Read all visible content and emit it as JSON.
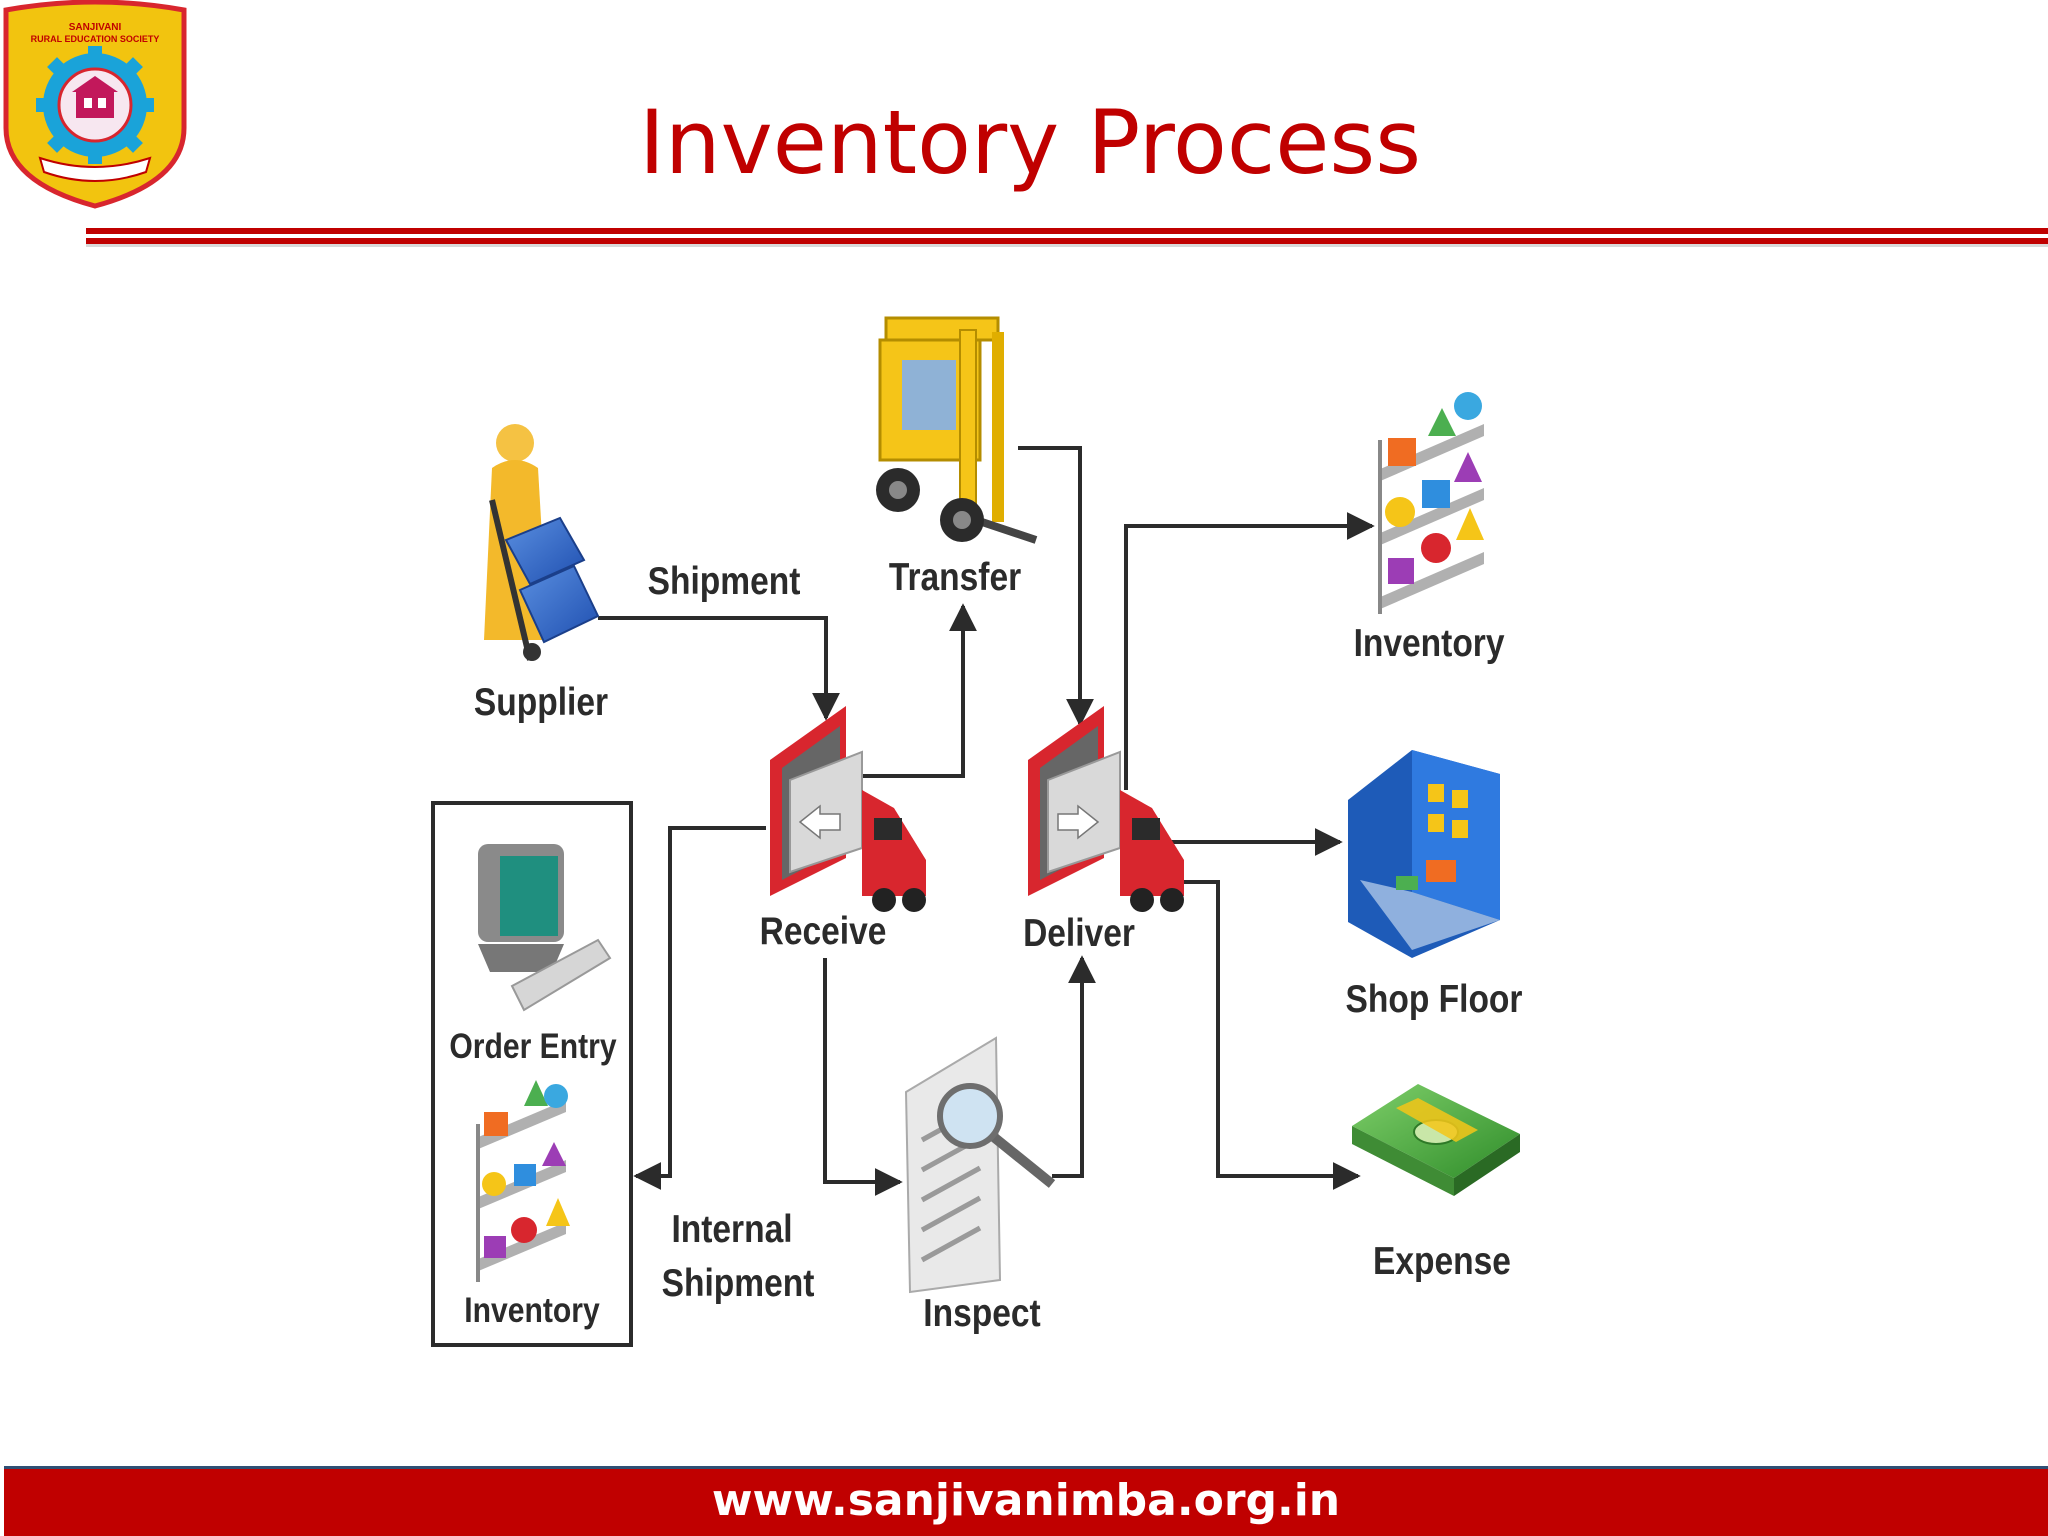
{
  "slide": {
    "title": "Inventory Process",
    "footer_url": "www.sanjivanimba.org.in",
    "logo_text": "SANJIVANI RURAL EDUCATION SOCIETY"
  },
  "colors": {
    "title_red": "#c00000",
    "footer_red": "#c00000",
    "footer_border": "#2f4f74",
    "logo_gold": "#f2c40f",
    "logo_red": "#d8262e",
    "gear_blue": "#1aa3d9"
  },
  "diagram": {
    "nodes": [
      {
        "id": "supplier",
        "label": "Supplier",
        "icon": "person-hand-truck-icon"
      },
      {
        "id": "transfer",
        "label": "Transfer",
        "icon": "forklift-icon"
      },
      {
        "id": "receive",
        "label": "Receive",
        "icon": "truck-dock-icon"
      },
      {
        "id": "deliver",
        "label": "Deliver",
        "icon": "truck-dock-icon"
      },
      {
        "id": "order_entry",
        "label": "Order Entry",
        "icon": "computer-icon"
      },
      {
        "id": "inventory_left",
        "label": "Inventory",
        "icon": "shelves-shapes-icon"
      },
      {
        "id": "inspect",
        "label": "Inspect",
        "icon": "document-magnifier-icon"
      },
      {
        "id": "inventory_right",
        "label": "Inventory",
        "icon": "shelves-shapes-icon"
      },
      {
        "id": "shop_floor",
        "label": "Shop Floor",
        "icon": "factory-room-icon"
      },
      {
        "id": "expense",
        "label": "Expense",
        "icon": "money-stack-icon"
      }
    ],
    "edge_labels": {
      "shipment": "Shipment",
      "internal_shipment_line1": "Internal",
      "internal_shipment_line2": "Shipment"
    },
    "edges": [
      {
        "from": "supplier",
        "to": "receive"
      },
      {
        "from": "receive",
        "to": "transfer"
      },
      {
        "from": "transfer",
        "to": "deliver"
      },
      {
        "from": "receive",
        "to": "inspect"
      },
      {
        "from": "inspect",
        "to": "deliver"
      },
      {
        "from": "deliver",
        "to": "inventory_right"
      },
      {
        "from": "deliver",
        "to": "shop_floor"
      },
      {
        "from": "deliver",
        "to": "expense"
      },
      {
        "from": "receive",
        "to": "order_entry"
      }
    ]
  }
}
